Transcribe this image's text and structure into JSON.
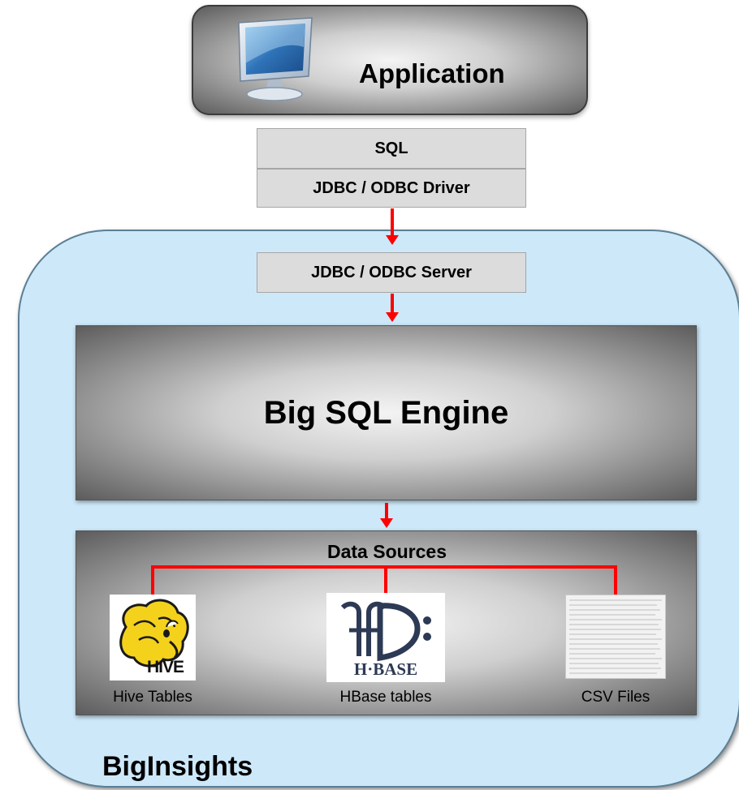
{
  "application": {
    "label": "Application",
    "icon": "monitor-icon"
  },
  "client_stack": {
    "sql": "SQL",
    "driver": "JDBC / ODBC Driver"
  },
  "cluster": {
    "label": "BigInsights",
    "server": "JDBC / ODBC Server"
  },
  "engine": {
    "label": "Big SQL Engine"
  },
  "data_sources": {
    "title": "Data Sources",
    "items": [
      {
        "label": "Hive Tables",
        "icon": "hive-logo-icon",
        "logo_text": "HIVE"
      },
      {
        "label": "HBase tables",
        "icon": "hbase-logo-icon",
        "logo_text": "H·BASE"
      },
      {
        "label": "CSV Files",
        "icon": "csv-file-icon"
      }
    ]
  },
  "colors": {
    "arrow": "#ff0000",
    "cluster_fill": "#cde8f9",
    "row_fill": "#dcdcdc"
  }
}
